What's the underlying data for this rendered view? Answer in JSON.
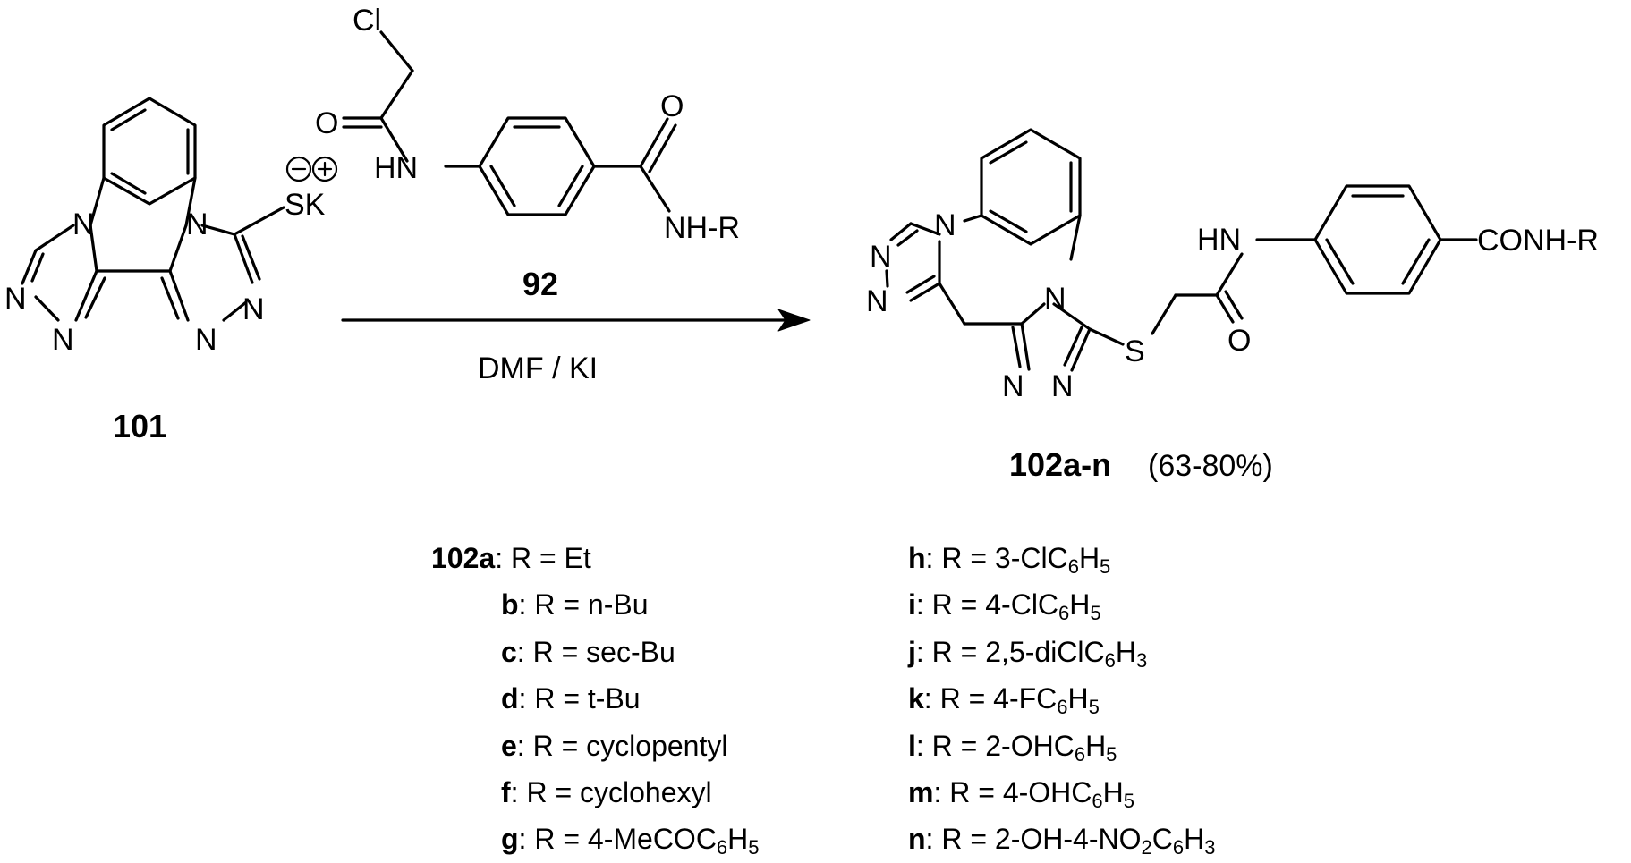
{
  "reagent_92": {
    "label": "92",
    "atoms": {
      "cl": "Cl",
      "o_amide": "O",
      "hn": "HN",
      "o_benz": "O",
      "nhr": "NH-R"
    }
  },
  "compound_101": {
    "label": "101",
    "atoms": {
      "sk": "SK"
    }
  },
  "reaction": {
    "conditions": "DMF / KI"
  },
  "product": {
    "label": "102a-n",
    "yield": "(63-80%)",
    "atoms": {
      "s": "S",
      "hn": "HN",
      "o": "O",
      "conhr": "CONH-R"
    }
  },
  "substituents": {
    "left": [
      {
        "label": "102a",
        "text": ": R = Et"
      },
      {
        "label": "b",
        "text": ": R = n-Bu"
      },
      {
        "label": "c",
        "text": ": R = sec-Bu"
      },
      {
        "label": "d",
        "text": ": R = t-Bu"
      },
      {
        "label": "e",
        "text": ": R = cyclopentyl"
      },
      {
        "label": "f",
        "text": ": R = cyclohexyl"
      },
      {
        "label": "g",
        "text": ": R = 4-MeCOC",
        "sub1": "6",
        "mid": "H",
        "sub2": "5"
      }
    ],
    "right": [
      {
        "label": "h",
        "text": ": R = 3-ClC",
        "sub1": "6",
        "mid": "H",
        "sub2": "5"
      },
      {
        "label": "i",
        "text": ": R = 4-ClC",
        "sub1": "6",
        "mid": "H",
        "sub2": "5"
      },
      {
        "label": "j",
        "text": ": R = 2,5-diClC",
        "sub1": "6",
        "mid": "H",
        "sub2": "3"
      },
      {
        "label": "k",
        "text": ": R = 4-FC",
        "sub1": "6",
        "mid": "H",
        "sub2": "5"
      },
      {
        "label": "l",
        "text": ": R = 2-OHC",
        "sub1": "6",
        "mid": "H",
        "sub2": "5"
      },
      {
        "label": "m",
        "text": ": R = 4-OHC",
        "sub1": "6",
        "mid": "H",
        "sub2": "5"
      },
      {
        "label": "n",
        "text": ": R = 2-OH-4-NO",
        "sub0": "2",
        "pre": "C",
        "sub1": "6",
        "mid": "H",
        "sub2": "3"
      }
    ]
  }
}
